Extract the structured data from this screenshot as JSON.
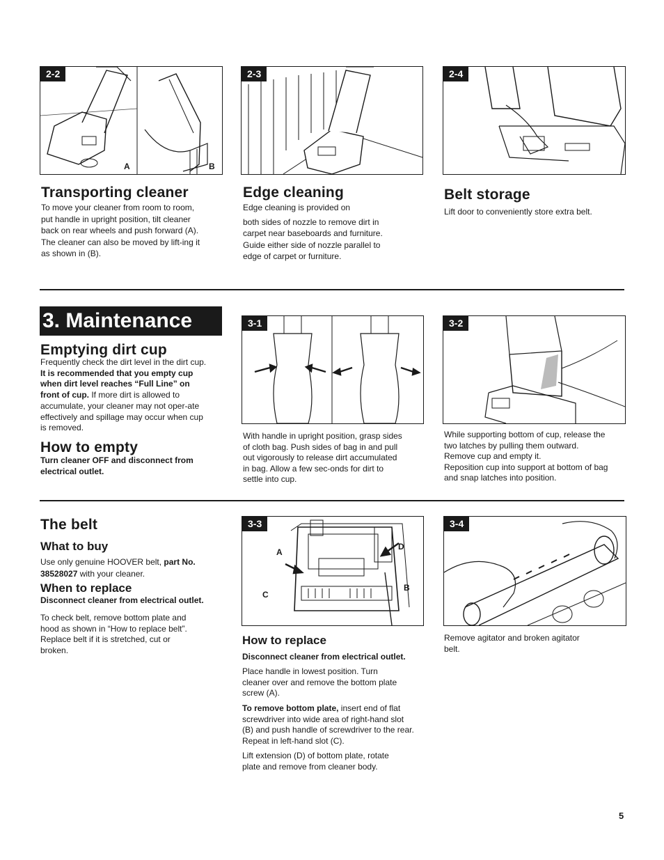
{
  "figures": {
    "f22": {
      "tag": "2-2",
      "label_a": "A",
      "label_b": "B"
    },
    "f23": {
      "tag": "2-3"
    },
    "f24": {
      "tag": "2-4"
    },
    "f31": {
      "tag": "3-1"
    },
    "f32": {
      "tag": "3-2"
    },
    "f33": {
      "tag": "3-3",
      "label_a": "A",
      "label_b": "B",
      "label_c": "C",
      "label_d": "D"
    },
    "f34": {
      "tag": "3-4"
    }
  },
  "transport": {
    "title": "Transporting cleaner",
    "p1": "To move your cleaner from room to room, put handle in upright position, tilt cleaner back on rear wheels and push forward (A).",
    "p2": "The cleaner can also be moved by lift-ing it as shown in (B)."
  },
  "edge": {
    "title": "Edge cleaning",
    "p1": "Edge cleaning is provided on",
    "p2": "both sides of nozzle to remove dirt in carpet near baseboards and furniture. Guide either side of nozzle parallel to edge of carpet or furniture."
  },
  "belt_storage": {
    "title": "Belt storage",
    "p1": "Lift door to conveniently store extra belt."
  },
  "maintenance": {
    "title": "3. Maintenance"
  },
  "emptying": {
    "title": "Emptying dirt cup",
    "p1_a": "Frequently check the dirt level in the dirt cup. ",
    "p1_b": "It is recommended that you empty cup when dirt level reaches “Full Line” on front of cup.",
    "p1_c": " If more dirt is allowed to accumulate, your cleaner may not oper-ate effectively and spillage may occur when cup is removed."
  },
  "how_to_empty": {
    "title": "How to empty",
    "p1": "Turn cleaner OFF and disconnect from electrical outlet."
  },
  "cap31": "With handle in upright position, grasp sides of cloth bag. Push sides of bag in and pull out vigorously to release dirt accumulated in bag. Allow a few sec-onds for dirt to settle into cup.",
  "cap32": {
    "p1": "While supporting bottom of cup, release the two latches by pulling them outward. Remove cup and empty it.",
    "p2": "Reposition cup into support at bottom of bag and snap latches into position."
  },
  "belt": {
    "title": "The belt",
    "buy_title": "What to buy",
    "buy_a": "Use only genuine HOOVER belt, ",
    "buy_b": "part No. 38528027",
    "buy_c": " with your cleaner.",
    "when_title": "When to replace",
    "when_bold": "Disconnect cleaner from electrical outlet.",
    "when_p": "To check belt, remove bottom plate and hood as shown in “How to replace belt”. Replace belt if it is stretched, cut or broken."
  },
  "replace": {
    "title": "How to replace",
    "bold": "Disconnect cleaner from electrical outlet.",
    "p1": "Place handle in lowest position. Turn cleaner over and remove the bottom plate screw (A).",
    "p2_a": "To remove bottom plate,",
    "p2_b": " insert end of flat screwdriver into wide area of right-hand slot (B) and push handle of screwdriver to the rear. Repeat in left-hand slot (C).",
    "p3": "Lift extension (D) of bottom plate, rotate plate and remove from cleaner body."
  },
  "cap34": "Remove agitator and broken agitator belt.",
  "page_number": "5"
}
